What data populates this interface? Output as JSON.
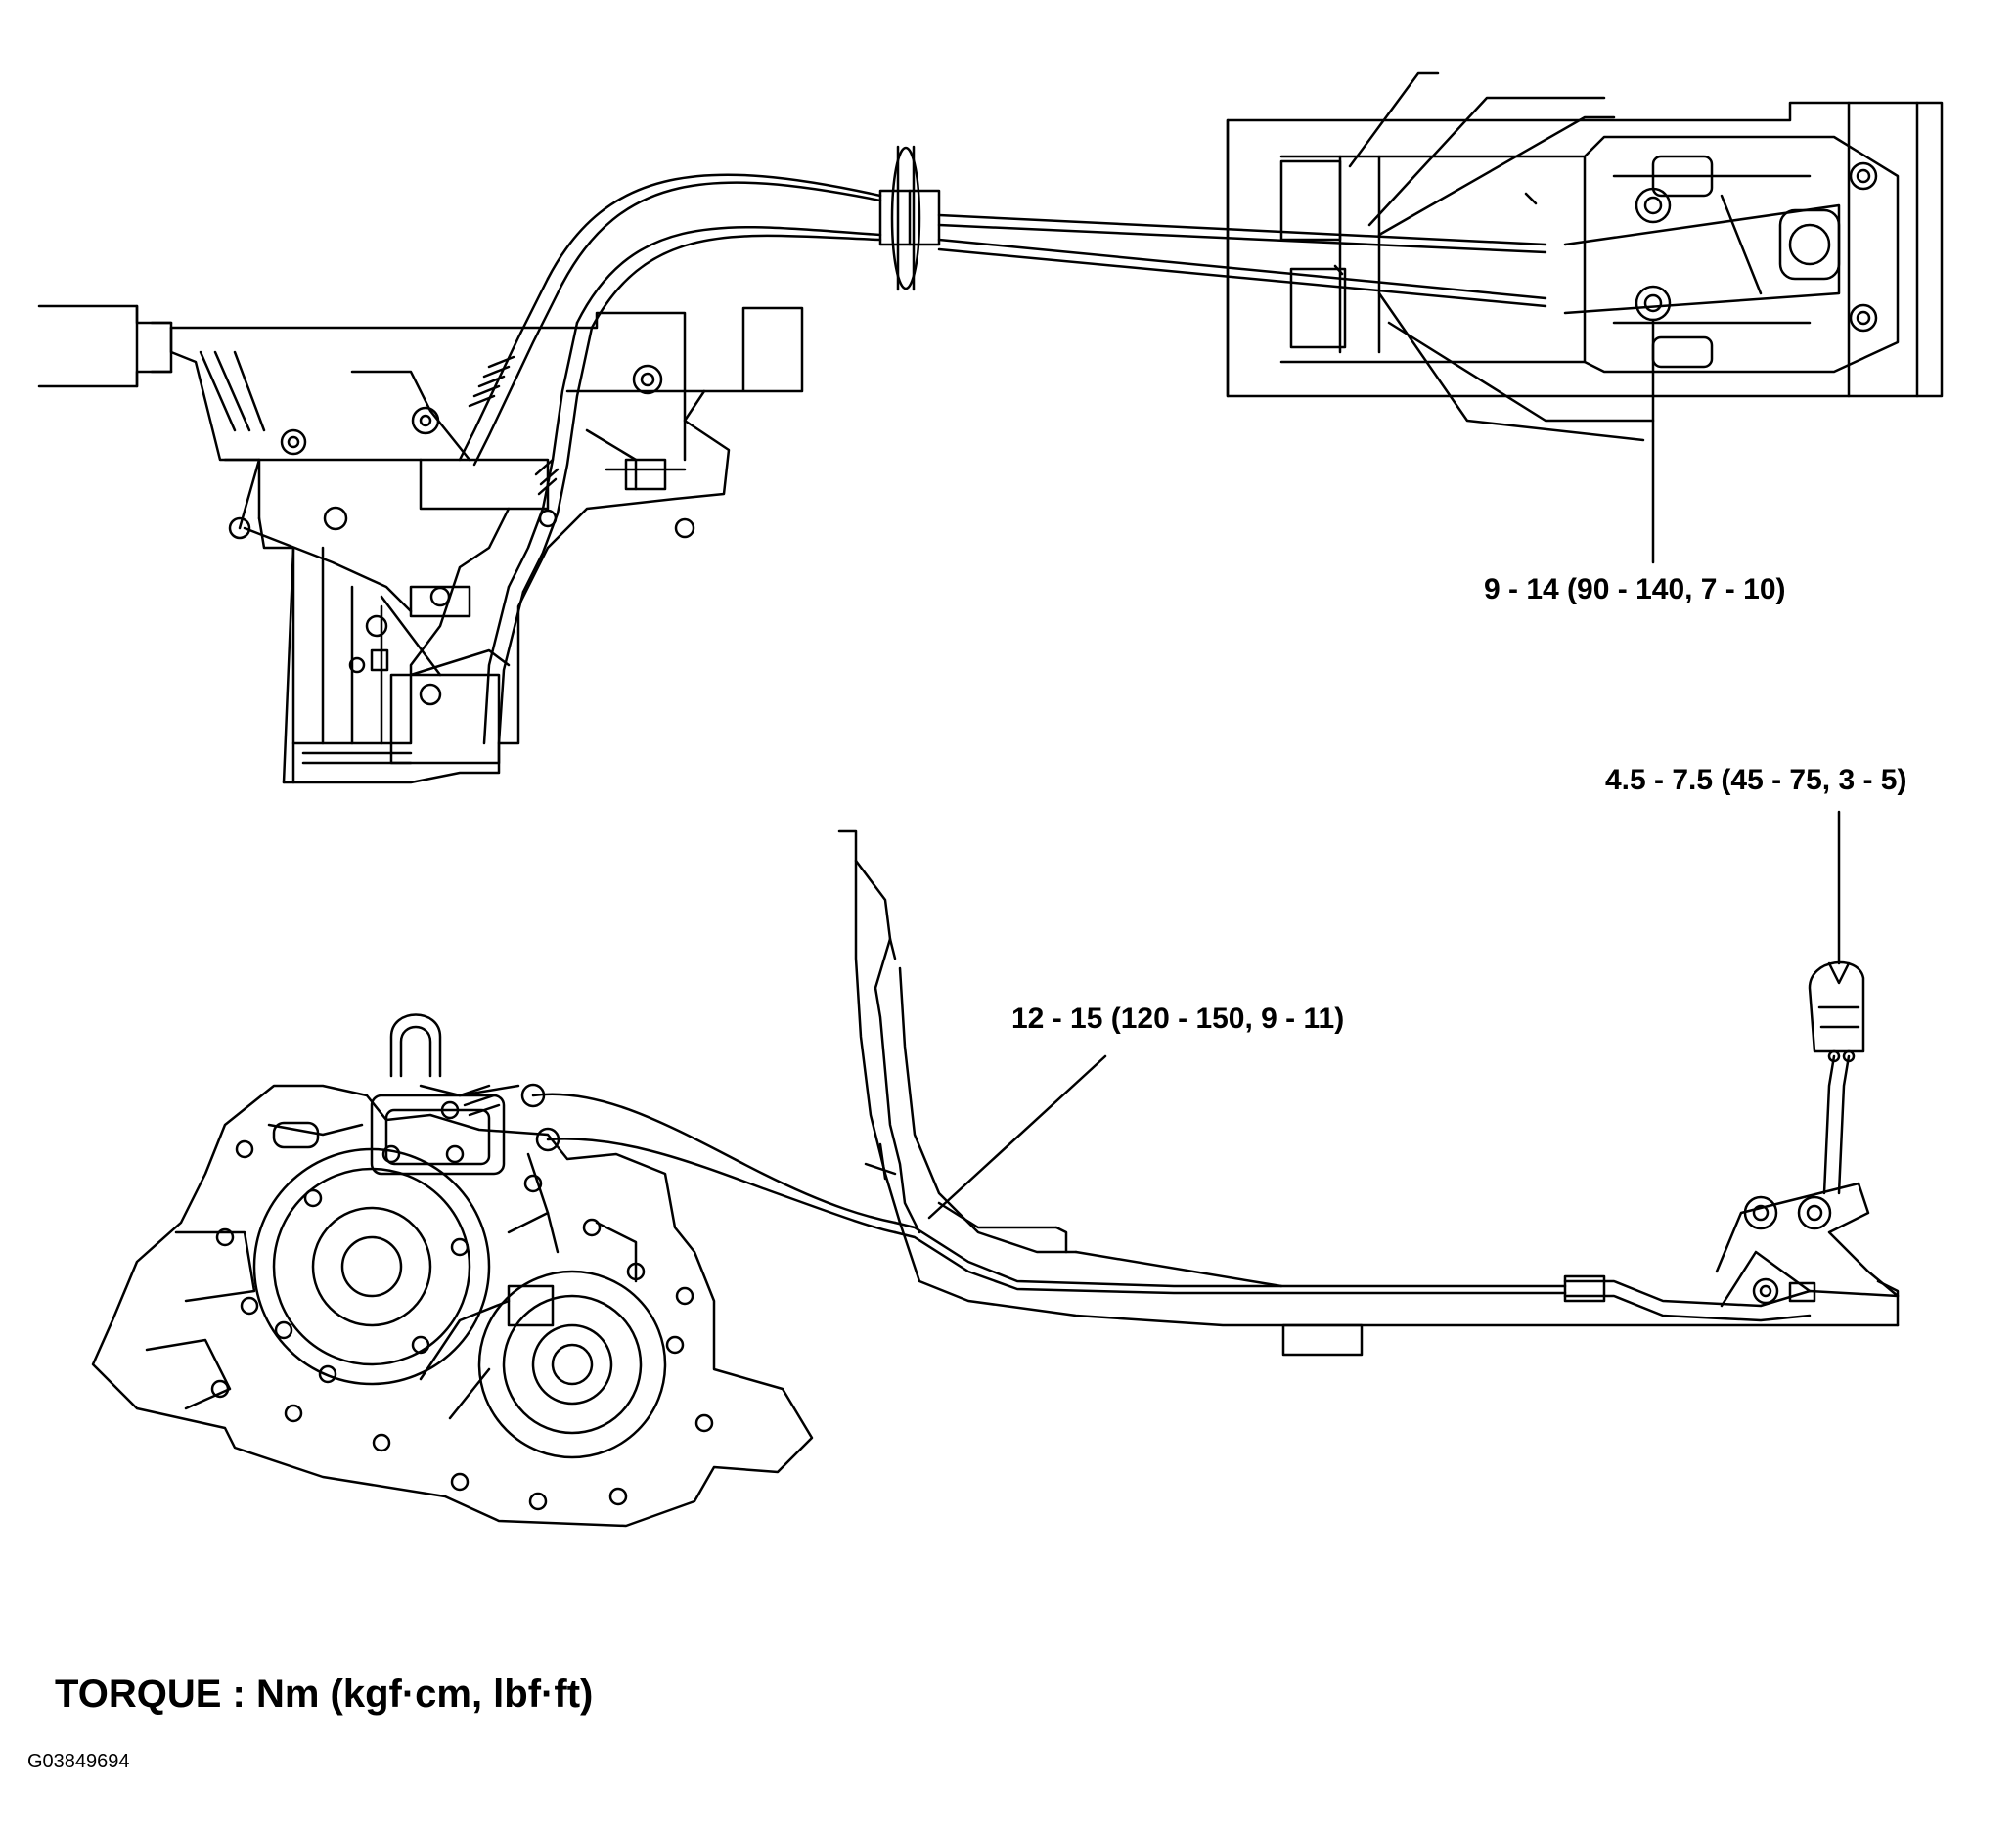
{
  "callouts": {
    "shifter_bolt": "9 - 14 (90 - 140, 7 - 10)",
    "lever_nut": "4.5 - 7.5 (45 - 75, 3 - 5)",
    "bracket_bolt": "12 - 15 (120 - 150, 9 - 11)"
  },
  "legend": "TORQUE : Nm (kgf·cm, lbf·ft)",
  "figure_id": "G03849694",
  "colors": {
    "ink": "#000000",
    "background": "#ffffff"
  }
}
